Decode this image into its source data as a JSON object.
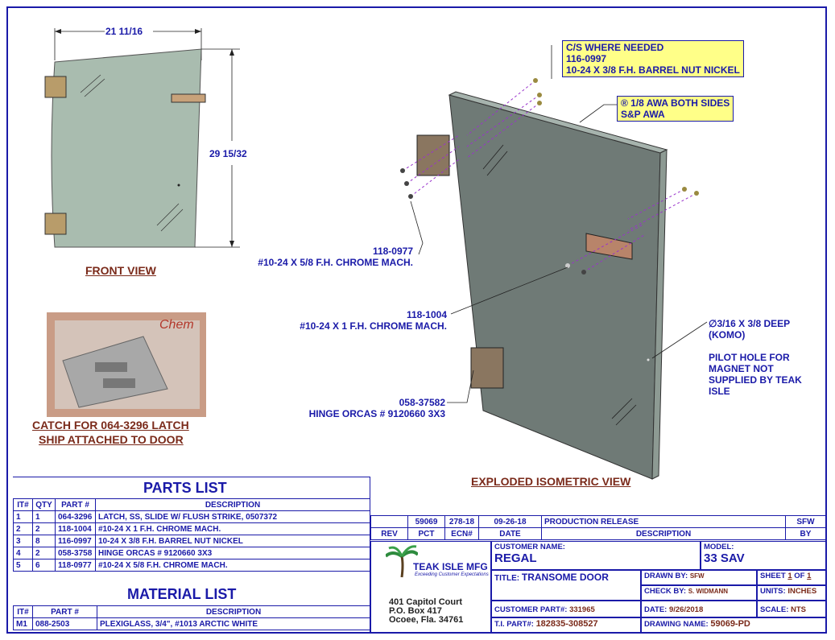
{
  "front_view": {
    "width_dim": "21 11/16",
    "height_dim": "29 15/32",
    "caption": "FRONT VIEW"
  },
  "catch_photo": {
    "caption_line1": "CATCH FOR 064-3296 LATCH",
    "caption_line2": "SHIP ATTACHED TO DOOR",
    "bag_text": "Chem"
  },
  "callouts": {
    "barrel_nut": [
      "C/S WHERE NEEDED",
      "116-0997",
      "10-24 X 3/8 F.H. BARREL NUT NICKEL"
    ],
    "awa": [
      "® 1/8 AWA BOTH SIDES",
      "S&P AWA"
    ],
    "screw_0977": [
      "118-0977",
      "#10-24 X 5/8 F.H. CHROME MACH."
    ],
    "screw_1004": [
      "118-1004",
      "#10-24 X 1 F.H. CHROME MACH."
    ],
    "hinge": [
      "058-37582",
      "HINGE ORCAS # 9120660 3X3"
    ],
    "pilot_hole": [
      "∅3/16 X 3/8 DEEP",
      "(KOMO)",
      "",
      "PILOT HOLE FOR",
      "MAGNET NOT",
      "SUPPLIED BY TEAK",
      "ISLE"
    ]
  },
  "exploded_caption": "EXPLODED ISOMETRIC VIEW",
  "parts_list": {
    "title": "PARTS LIST",
    "headers": [
      "IT#",
      "QTY",
      "PART #",
      "DESCRIPTION"
    ],
    "rows": [
      [
        "1",
        "1",
        "064-3296",
        "LATCH, SS, SLIDE W/ FLUSH STRIKE, 0507372"
      ],
      [
        "2",
        "2",
        "118-1004",
        "#10-24 X 1 F.H. CHROME MACH."
      ],
      [
        "3",
        "8",
        "116-0997",
        " 10-24 X 3/8 F.H. BARREL NUT NICKEL"
      ],
      [
        "4",
        "2",
        "058-3758",
        "HINGE ORCAS # 9120660 3X3"
      ],
      [
        "5",
        "6",
        "118-0977",
        "#10-24 X 5/8 F.H. CHROME MACH."
      ]
    ]
  },
  "material_list": {
    "title": "MATERIAL LIST",
    "headers": [
      "IT#",
      "PART #",
      "DESCRIPTION"
    ],
    "rows": [
      [
        "M1",
        "088-2503",
        "PLEXIGLASS, 3/4\", #1013 ARCTIC WHITE"
      ]
    ]
  },
  "revision": {
    "row": [
      "",
      "59069",
      "278-18",
      "09-26-18",
      "PRODUCTION RELEASE",
      "SFW"
    ],
    "headers": [
      "REV",
      "PCT",
      "ECN#",
      "DATE",
      "DESCRIPTION",
      "BY"
    ]
  },
  "title_block": {
    "company": "TEAK ISLE MFG",
    "tagline": "Exceeding Customer Expectations",
    "address": [
      "401 Capitol Court",
      "P.O. Box 417",
      "Ocoee, Fla. 34761"
    ],
    "customer_name_label": "CUSTOMER NAME:",
    "customer_name": "REGAL",
    "model_label": "MODEL:",
    "model": "33 SAV",
    "title_label": "TITLE:",
    "title": "TRANSOME DOOR",
    "drawn_by_label": "DRAWN BY:",
    "drawn_by": "SFW",
    "check_by_label": "CHECK BY:",
    "check_by": "S. WIDMANN",
    "sheet_label": "SHEET",
    "sheet": "1",
    "of_label": "OF",
    "of": "1",
    "units_label": "UNITS:",
    "units": "INCHES",
    "customer_part_label": "CUSTOMER PART#:",
    "customer_part": "331965",
    "date_label": "DATE:",
    "date": "9/26/2018",
    "scale_label": "SCALE:",
    "scale": "NTS",
    "ti_part_label": "T.I. PART#:",
    "ti_part": "182835-308527",
    "drawing_name_label": "DRAWING NAME:",
    "drawing_name": "59069-PD"
  },
  "colors": {
    "border": "#1a1aa8",
    "caption": "#7a2a1a",
    "panel": "#6f7a76",
    "callout_bg": "#ffff88",
    "purple_lines": "#9933cc"
  }
}
